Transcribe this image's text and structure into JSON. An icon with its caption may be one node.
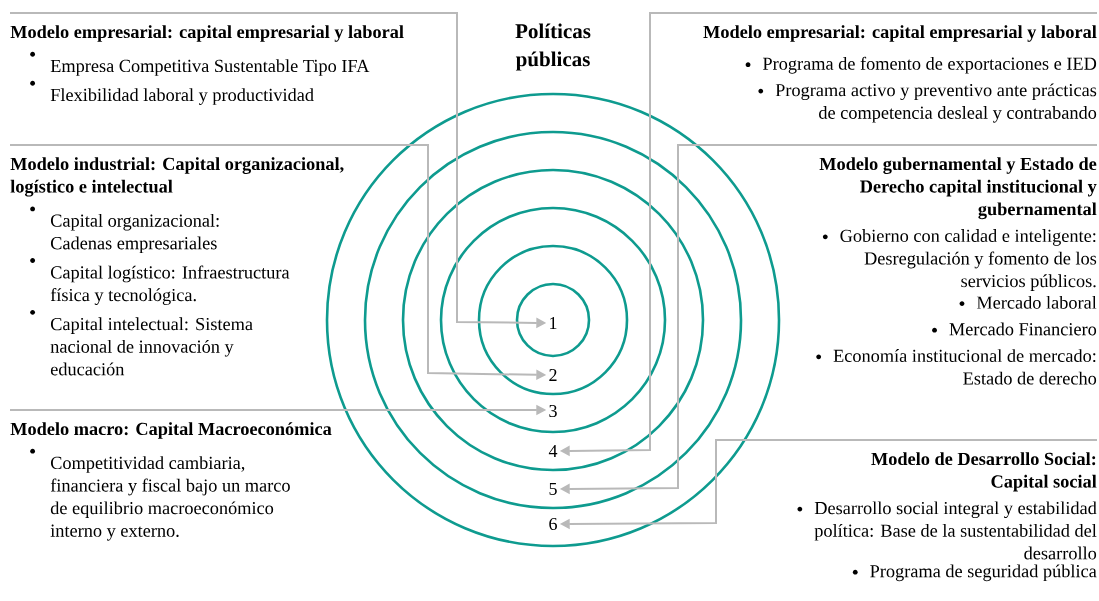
{
  "diagram": {
    "title": "Políticas públicas",
    "nodes": [
      {
        "text": [
          "Modelo empresarial: capital empresarial y laboral",
          "Empresa Competitiva Sustentable Tipo IFA",
          "Flexibilidad laboral y productividad"
        ]
      },
      {
        "text": [
          "Modelo industrial: Capital organizacional, logístico e intelectual",
          "Capital organizacional: Cadenas empresariales",
          "Capital logístico: Infraestructura física y tecnológica.",
          "Capital intelectual: Sistema nacional de innovación y educación"
        ]
      },
      {
        "text": [
          "Modelo macro: Capital Macroeconómica",
          "Competitividad cambiaria, financiera y fiscal bajo un marco de equilibrio macroeconómico interno y externo."
        ]
      },
      {
        "text": [
          "Modelo empresarial: capital empresarial y laboral",
          "Programa de fomento de exportaciones e IED",
          "Programa activo y preventivo ante prácticas de competencia desleal y contrabando"
        ]
      },
      {
        "text": [
          "Modelo gubernamental y Estado de Derecho capital institucional y gubernamental",
          "Gobierno con calidad e inteligente: Desregulación y fomento de los servicios públicos.",
          "Mercado laboral",
          "Mercado Financiero",
          "Economía institucional de mercado: Estado de derecho"
        ]
      },
      {
        "text": [
          "Modelo de Desarrollo Social: Capital social",
          "Desarrollo social integral y estabilidad política: Base de la sustentabilidad del desarrollo",
          "Programa de seguridad pública"
        ]
      },
      {
        "text": [
          "1"
        ]
      },
      {
        "text": [
          "2"
        ]
      },
      {
        "text": [
          "3"
        ]
      },
      {
        "text": [
          "4"
        ]
      },
      {
        "text": [
          "5"
        ]
      },
      {
        "text": [
          "6"
        ]
      }
    ],
    "edges": [
      {
        "from": 0,
        "to": 6,
        "arrow": "to"
      },
      {
        "from": 1,
        "to": 7,
        "arrow": "to"
      },
      {
        "from": 2,
        "to": 8,
        "arrow": "to"
      },
      {
        "from": 3,
        "to": 9,
        "arrow": "to"
      },
      {
        "from": 4,
        "to": 10,
        "arrow": "to"
      },
      {
        "from": 5,
        "to": 11,
        "arrow": "to"
      }
    ]
  }
}
